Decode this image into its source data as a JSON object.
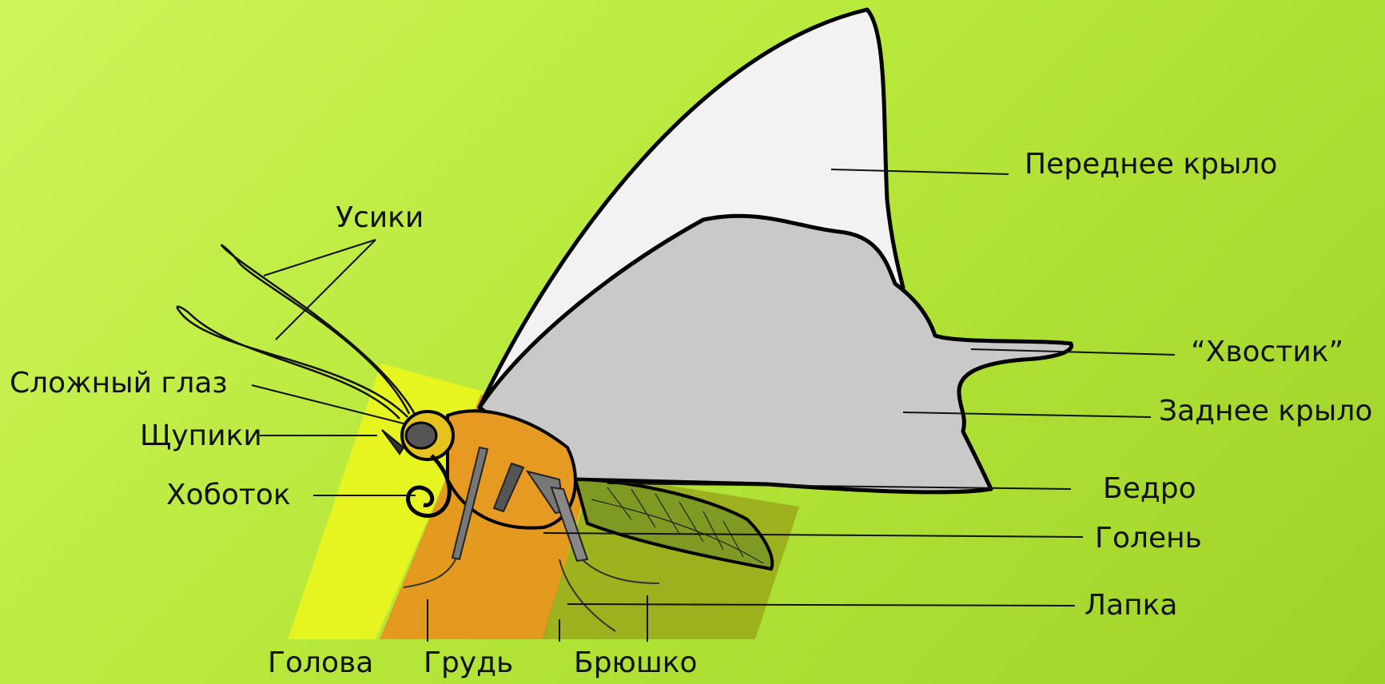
{
  "labels": {
    "usiki": "Усики",
    "slozhny_glaz": "Сложный глаз",
    "shchupiki": "Щупики",
    "khobotok": "Хоботок",
    "perednee_krylo": "Переднее крыло",
    "khvostik": "“Хвостик”",
    "zadnee_krylo": "Заднее крыло",
    "bedro": "Бедро",
    "golen": "Голень",
    "lapka": "Лапка",
    "golova": "Голова",
    "grud": "Грудь",
    "bryushko": "Брюшко"
  },
  "colors": {
    "head_band": "#e6f51f",
    "thorax_band": "#e4991f",
    "abdomen_band": "#9aa81a",
    "forewing": "#f2f2f2",
    "hindwing": "#c9c9c9",
    "body": "#e69a22",
    "abdomen": "#7f9a22",
    "leg": "#666666"
  }
}
